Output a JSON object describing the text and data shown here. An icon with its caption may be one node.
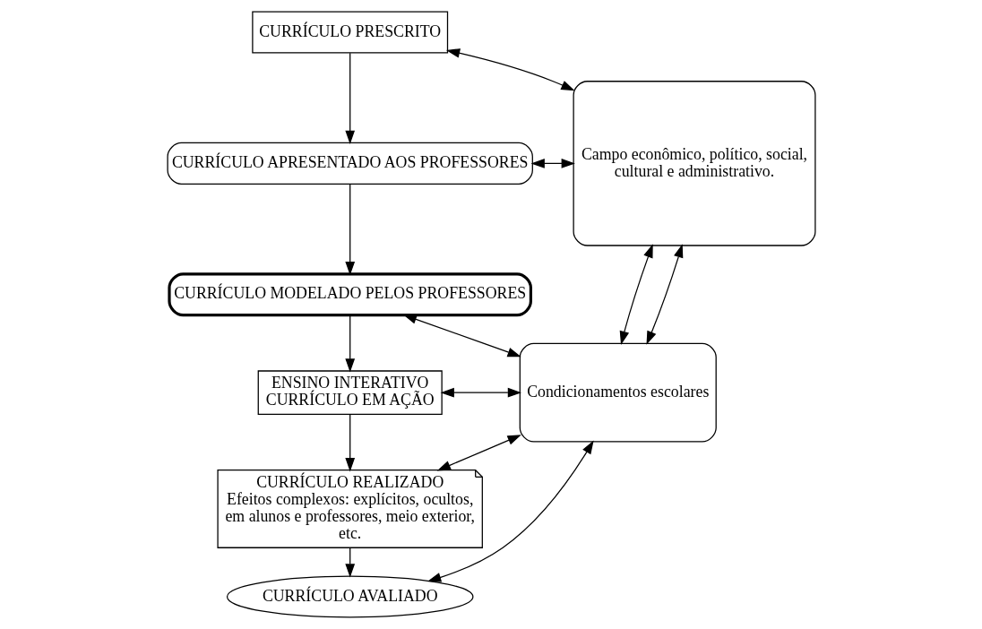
{
  "diagram": {
    "nodes": [
      {
        "text": [
          "CURRÍCULO PRESCRITO"
        ]
      },
      {
        "text": [
          "CURRÍCULO APRESENTADO AOS PROFESSORES"
        ]
      },
      {
        "text": [
          "CURRÍCULO MODELADO PELOS PROFESSORES"
        ]
      },
      {
        "text": [
          "ENSINO INTERATIVO",
          "CURRÍCULO EM AÇÃO"
        ]
      },
      {
        "text": [
          "CURRÍCULO REALIZADO",
          "Efeitos complexos: explícitos, ocultos, em alunos e professores, meio exterior, etc."
        ]
      },
      {
        "text": [
          "CURRÍCULO AVALIADO"
        ]
      },
      {
        "text": [
          "Condicionamentos escolares"
        ]
      },
      {
        "text": [
          "Campo econômico, político, social, cultural e administrativo."
        ]
      }
    ],
    "edges": [
      {
        "from": 0,
        "to": 1,
        "arrow": "to"
      },
      {
        "from": 1,
        "to": 2,
        "arrow": "to"
      },
      {
        "from": 2,
        "to": 3,
        "arrow": "to"
      },
      {
        "from": 3,
        "to": 4,
        "arrow": "to"
      },
      {
        "from": 4,
        "to": 5,
        "arrow": "to"
      },
      {
        "from": 0,
        "to": 7,
        "arrow": "both"
      },
      {
        "from": 1,
        "to": 7,
        "arrow": "both"
      },
      {
        "from": 2,
        "to": 6,
        "arrow": "both"
      },
      {
        "from": 3,
        "to": 6,
        "arrow": "both"
      },
      {
        "from": 4,
        "to": 6,
        "arrow": "both"
      },
      {
        "from": 5,
        "to": 6,
        "arrow": "both"
      },
      {
        "from": 6,
        "to": 7,
        "arrow": "both"
      },
      {
        "from": 6,
        "to": 7,
        "arrow": "both"
      }
    ]
  }
}
